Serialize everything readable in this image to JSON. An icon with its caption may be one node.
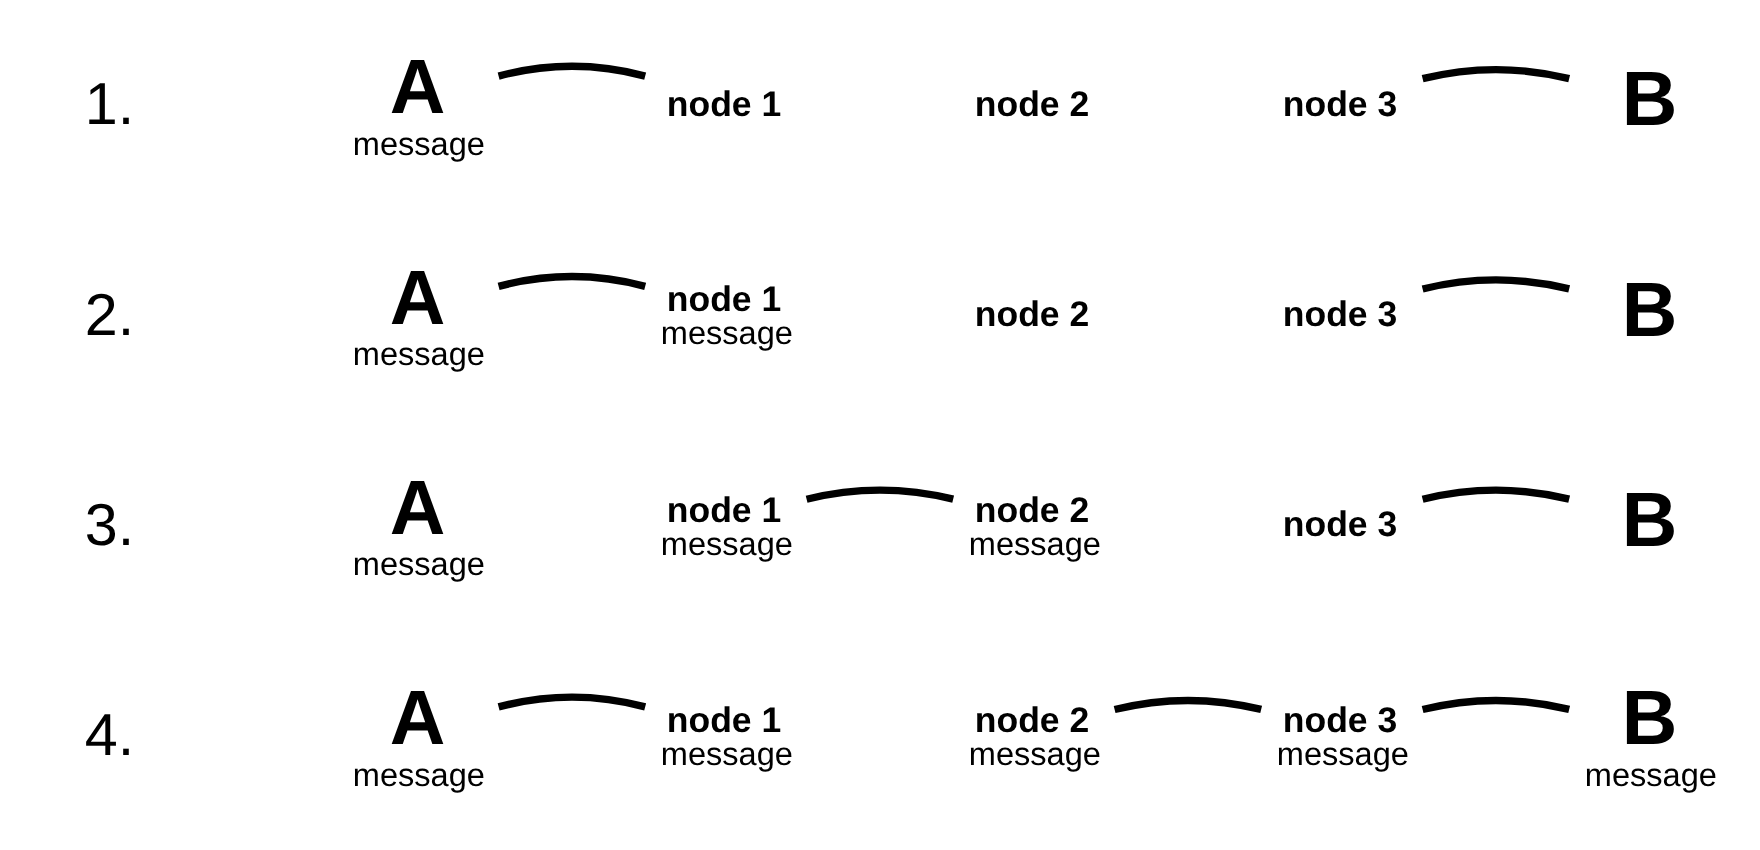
{
  "diagram": {
    "nodes": [
      {
        "text": [
          "A"
        ],
        "beside": [
          "message"
        ]
      },
      {
        "text": [
          "node 1"
        ]
      },
      {
        "text": [
          "node 2"
        ]
      },
      {
        "text": [
          "node 3"
        ]
      },
      {
        "text": [
          "B"
        ]
      },
      {
        "text": [
          "A"
        ],
        "beside": [
          "message"
        ]
      },
      {
        "text": [
          "node 1"
        ],
        "beside": [
          "message"
        ]
      },
      {
        "text": [
          "node 2"
        ]
      },
      {
        "text": [
          "node 3"
        ]
      },
      {
        "text": [
          "B"
        ]
      },
      {
        "text": [
          "A"
        ],
        "beside": [
          "message"
        ]
      },
      {
        "text": [
          "node 1"
        ],
        "beside": [
          "message"
        ]
      },
      {
        "text": [
          "node 2"
        ],
        "beside": [
          "message"
        ]
      },
      {
        "text": [
          "node 3"
        ]
      },
      {
        "text": [
          "B"
        ]
      },
      {
        "text": [
          "A"
        ],
        "beside": [
          "message"
        ]
      },
      {
        "text": [
          "node 1"
        ],
        "beside": [
          "message"
        ]
      },
      {
        "text": [
          "node 2"
        ],
        "beside": [
          "message"
        ]
      },
      {
        "text": [
          "node 3"
        ],
        "beside": [
          "message"
        ]
      },
      {
        "text": [
          "B"
        ],
        "beside": [
          "message"
        ]
      }
    ],
    "edges": [
      {
        "from": 0,
        "to": 1,
        "arrow": "none"
      },
      {
        "from": 3,
        "to": 4,
        "arrow": "none"
      },
      {
        "from": 5,
        "to": 6,
        "arrow": "none"
      },
      {
        "from": 8,
        "to": 9,
        "arrow": "none"
      },
      {
        "from": 11,
        "to": 12,
        "arrow": "none"
      },
      {
        "from": 13,
        "to": 14,
        "arrow": "none"
      },
      {
        "from": 15,
        "to": 16,
        "arrow": "none"
      },
      {
        "from": 17,
        "to": 18,
        "arrow": "none"
      },
      {
        "from": 18,
        "to": 19,
        "arrow": "none"
      }
    ],
    "labels": [
      "1.",
      "2.",
      "3.",
      "4."
    ]
  }
}
